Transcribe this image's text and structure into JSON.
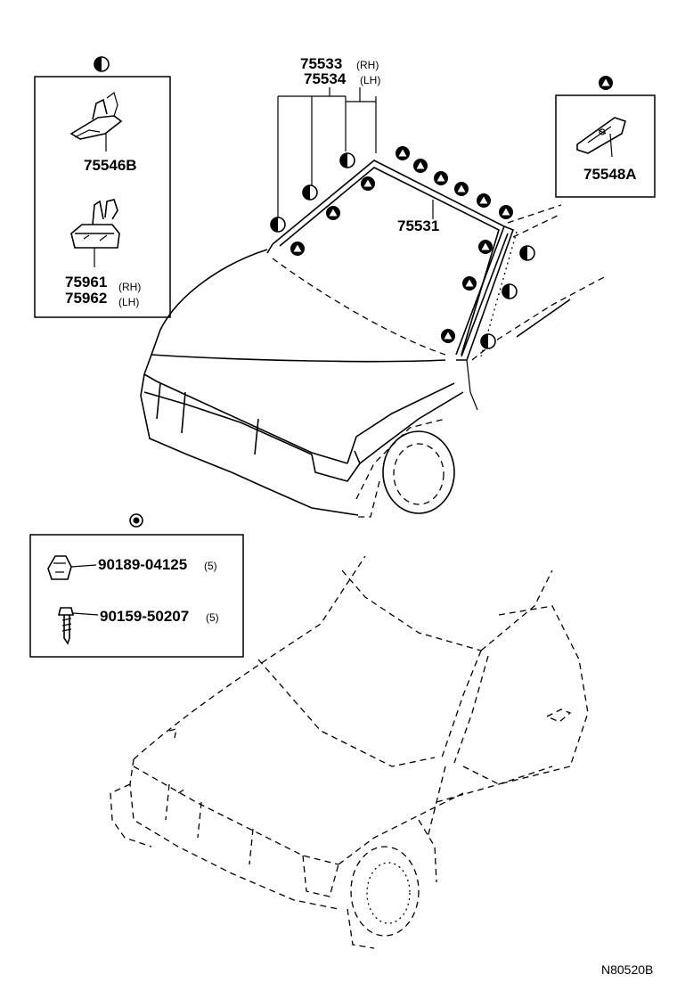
{
  "drawing_code": "N80520B",
  "parts": {
    "p75533": {
      "number": "75533",
      "side": "(RH)"
    },
    "p75534": {
      "number": "75534",
      "side": "(LH)"
    },
    "p75531": {
      "number": "75531"
    },
    "p75546B": {
      "number": "75546B"
    },
    "p75961": {
      "number": "75961",
      "side": "(RH)"
    },
    "p75962": {
      "number": "75962",
      "side": "(LH)"
    },
    "p75548A": {
      "number": "75548A"
    },
    "p90189": {
      "number": "90189-04125",
      "qty": "(5)"
    },
    "p90159": {
      "number": "90159-50207",
      "qty": "(5)"
    }
  },
  "symbols": {
    "box_left": "half-filled-circle-icon",
    "box_right": "triangle-in-circle-icon",
    "box_fasteners": "double-circle-icon"
  }
}
